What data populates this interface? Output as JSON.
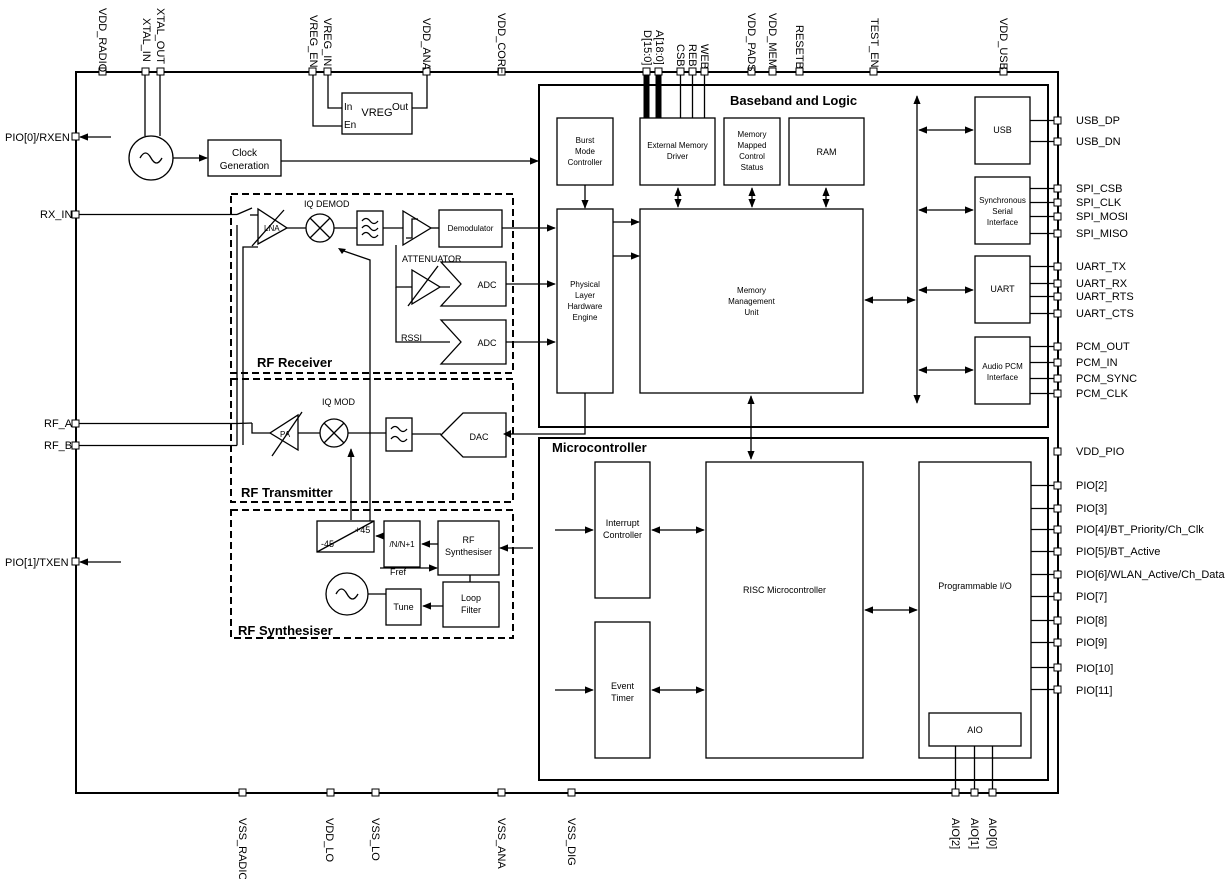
{
  "pins_top": [
    "VDD_RADIO",
    "XTAL_OUT",
    "XTAL_IN",
    "VREG_IN",
    "VREG_EN",
    "VDD_ANA",
    "VDD_CORE",
    "A[18:0]",
    "D[15:0]",
    "CSB",
    "REB",
    "WEB",
    "VDD_PADS",
    "VDD_MEM",
    "RESETB",
    "TEST_EN",
    "VDD_USB"
  ],
  "pins_left": [
    "PIO[0]/RXEN",
    "RX_IN",
    "RF_A",
    "RF_B",
    "PIO[1]/TXEN"
  ],
  "pins_right": [
    "USB_DP",
    "USB_DN",
    "SPI_CSB",
    "SPI_CLK",
    "SPI_MOSI",
    "SPI_MISO",
    "UART_TX",
    "UART_RX",
    "UART_RTS",
    "UART_CTS",
    "PCM_OUT",
    "PCM_IN",
    "PCM_SYNC",
    "PCM_CLK",
    "VDD_PIO",
    "PIO[2]",
    "PIO[3]",
    "PIO[4]/BT_Priority/Ch_Clk",
    "PIO[5]/BT_Active",
    "PIO[6]/WLAN_Active/Ch_Data",
    "PIO[7]",
    "PIO[8]",
    "PIO[9]",
    "PIO[10]",
    "PIO[11]"
  ],
  "pins_bottom": [
    "VSS_RADIO",
    "VDD_LO",
    "VSS_LO",
    "VSS_ANA",
    "VSS_DIG",
    "AIO[2]",
    "AIO[1]",
    "AIO[0]"
  ],
  "sections": {
    "baseband": "Baseband and Logic",
    "micro": "Microcontroller",
    "rf_receiver": "RF Receiver",
    "rf_transmitter": "RF Transmitter",
    "rf_synth": "RF Synthesiser"
  },
  "blocks": {
    "clock": [
      "Clock",
      "Generation"
    ],
    "vreg": "VREG",
    "vreg_in": "In",
    "vreg_en": "En",
    "vreg_out": "Out",
    "burst": [
      "Burst",
      "Mode",
      "Controller"
    ],
    "ext_mem": [
      "External Memory",
      "Driver"
    ],
    "mem_mapped": [
      "Memory",
      "Mapped",
      "Control",
      "Status"
    ],
    "ram": "RAM",
    "usb": "USB",
    "ssi": [
      "Synchronous",
      "Serial",
      "Interface"
    ],
    "uart": "UART",
    "pcm": [
      "Audio PCM",
      "Interface"
    ],
    "phy": [
      "Physical",
      "Layer",
      "Hardware",
      "Engine"
    ],
    "mmu": [
      "Memory",
      "Management",
      "Unit"
    ],
    "interrupt": [
      "Interrupt",
      "Controller"
    ],
    "event": [
      "Event",
      "Timer"
    ],
    "risc": "RISC Microcontroller",
    "prog_io": "Programmable I/O",
    "aio": "AIO",
    "demod": "Demodulator",
    "adc": "ADC",
    "dac": "DAC",
    "lna": "LNA",
    "pa": "PA",
    "iq_demod": "IQ DEMOD",
    "iq_mod": "IQ MOD",
    "attenuator": "ATTENUATOR",
    "rssi": "RSSI",
    "plus45": "+45",
    "minus45": "-45",
    "divider": "/N/N+1",
    "rf_synth": [
      "RF",
      "Synthesiser"
    ],
    "fref": "Fref",
    "tune": "Tune",
    "loop": [
      "Loop",
      "Filter"
    ]
  }
}
